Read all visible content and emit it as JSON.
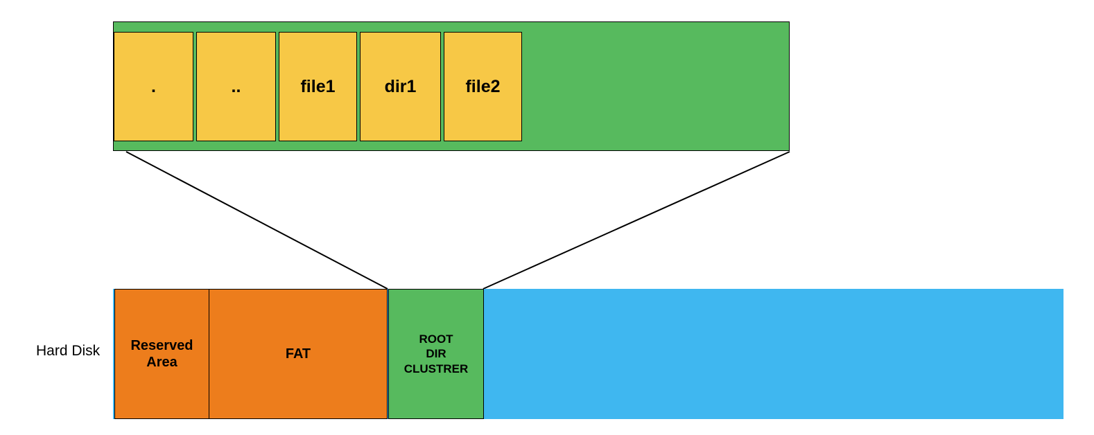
{
  "diagram": {
    "title_label": "Hard Disk",
    "colors": {
      "cluster_green": "#57ba5e",
      "entry_yellow": "#f7c846",
      "disk_orange": "#ed7d1c",
      "data_blue": "#3fb7f0",
      "outline_black": "#000000"
    }
  },
  "cluster_detail": {
    "name": "root-directory-cluster-expanded",
    "entries": [
      {
        "label": "."
      },
      {
        "label": ".."
      },
      {
        "label": "file1"
      },
      {
        "label": "dir1"
      },
      {
        "label": "file2"
      }
    ]
  },
  "hard_disk": {
    "label": "Hard Disk",
    "regions": [
      {
        "id": "reserved-area",
        "label": "Reserved\nArea",
        "line1": "Reserved",
        "line2": "Area",
        "color": "#ed7d1c"
      },
      {
        "id": "fat",
        "label": "FAT",
        "color": "#ed7d1c"
      },
      {
        "id": "root-dir-cluster",
        "line1": "ROOT",
        "line2": "DIR",
        "line3": "CLUSTRER",
        "color": "#57ba5e"
      },
      {
        "id": "data-area",
        "label": "",
        "color": "#3fb7f0"
      }
    ]
  }
}
